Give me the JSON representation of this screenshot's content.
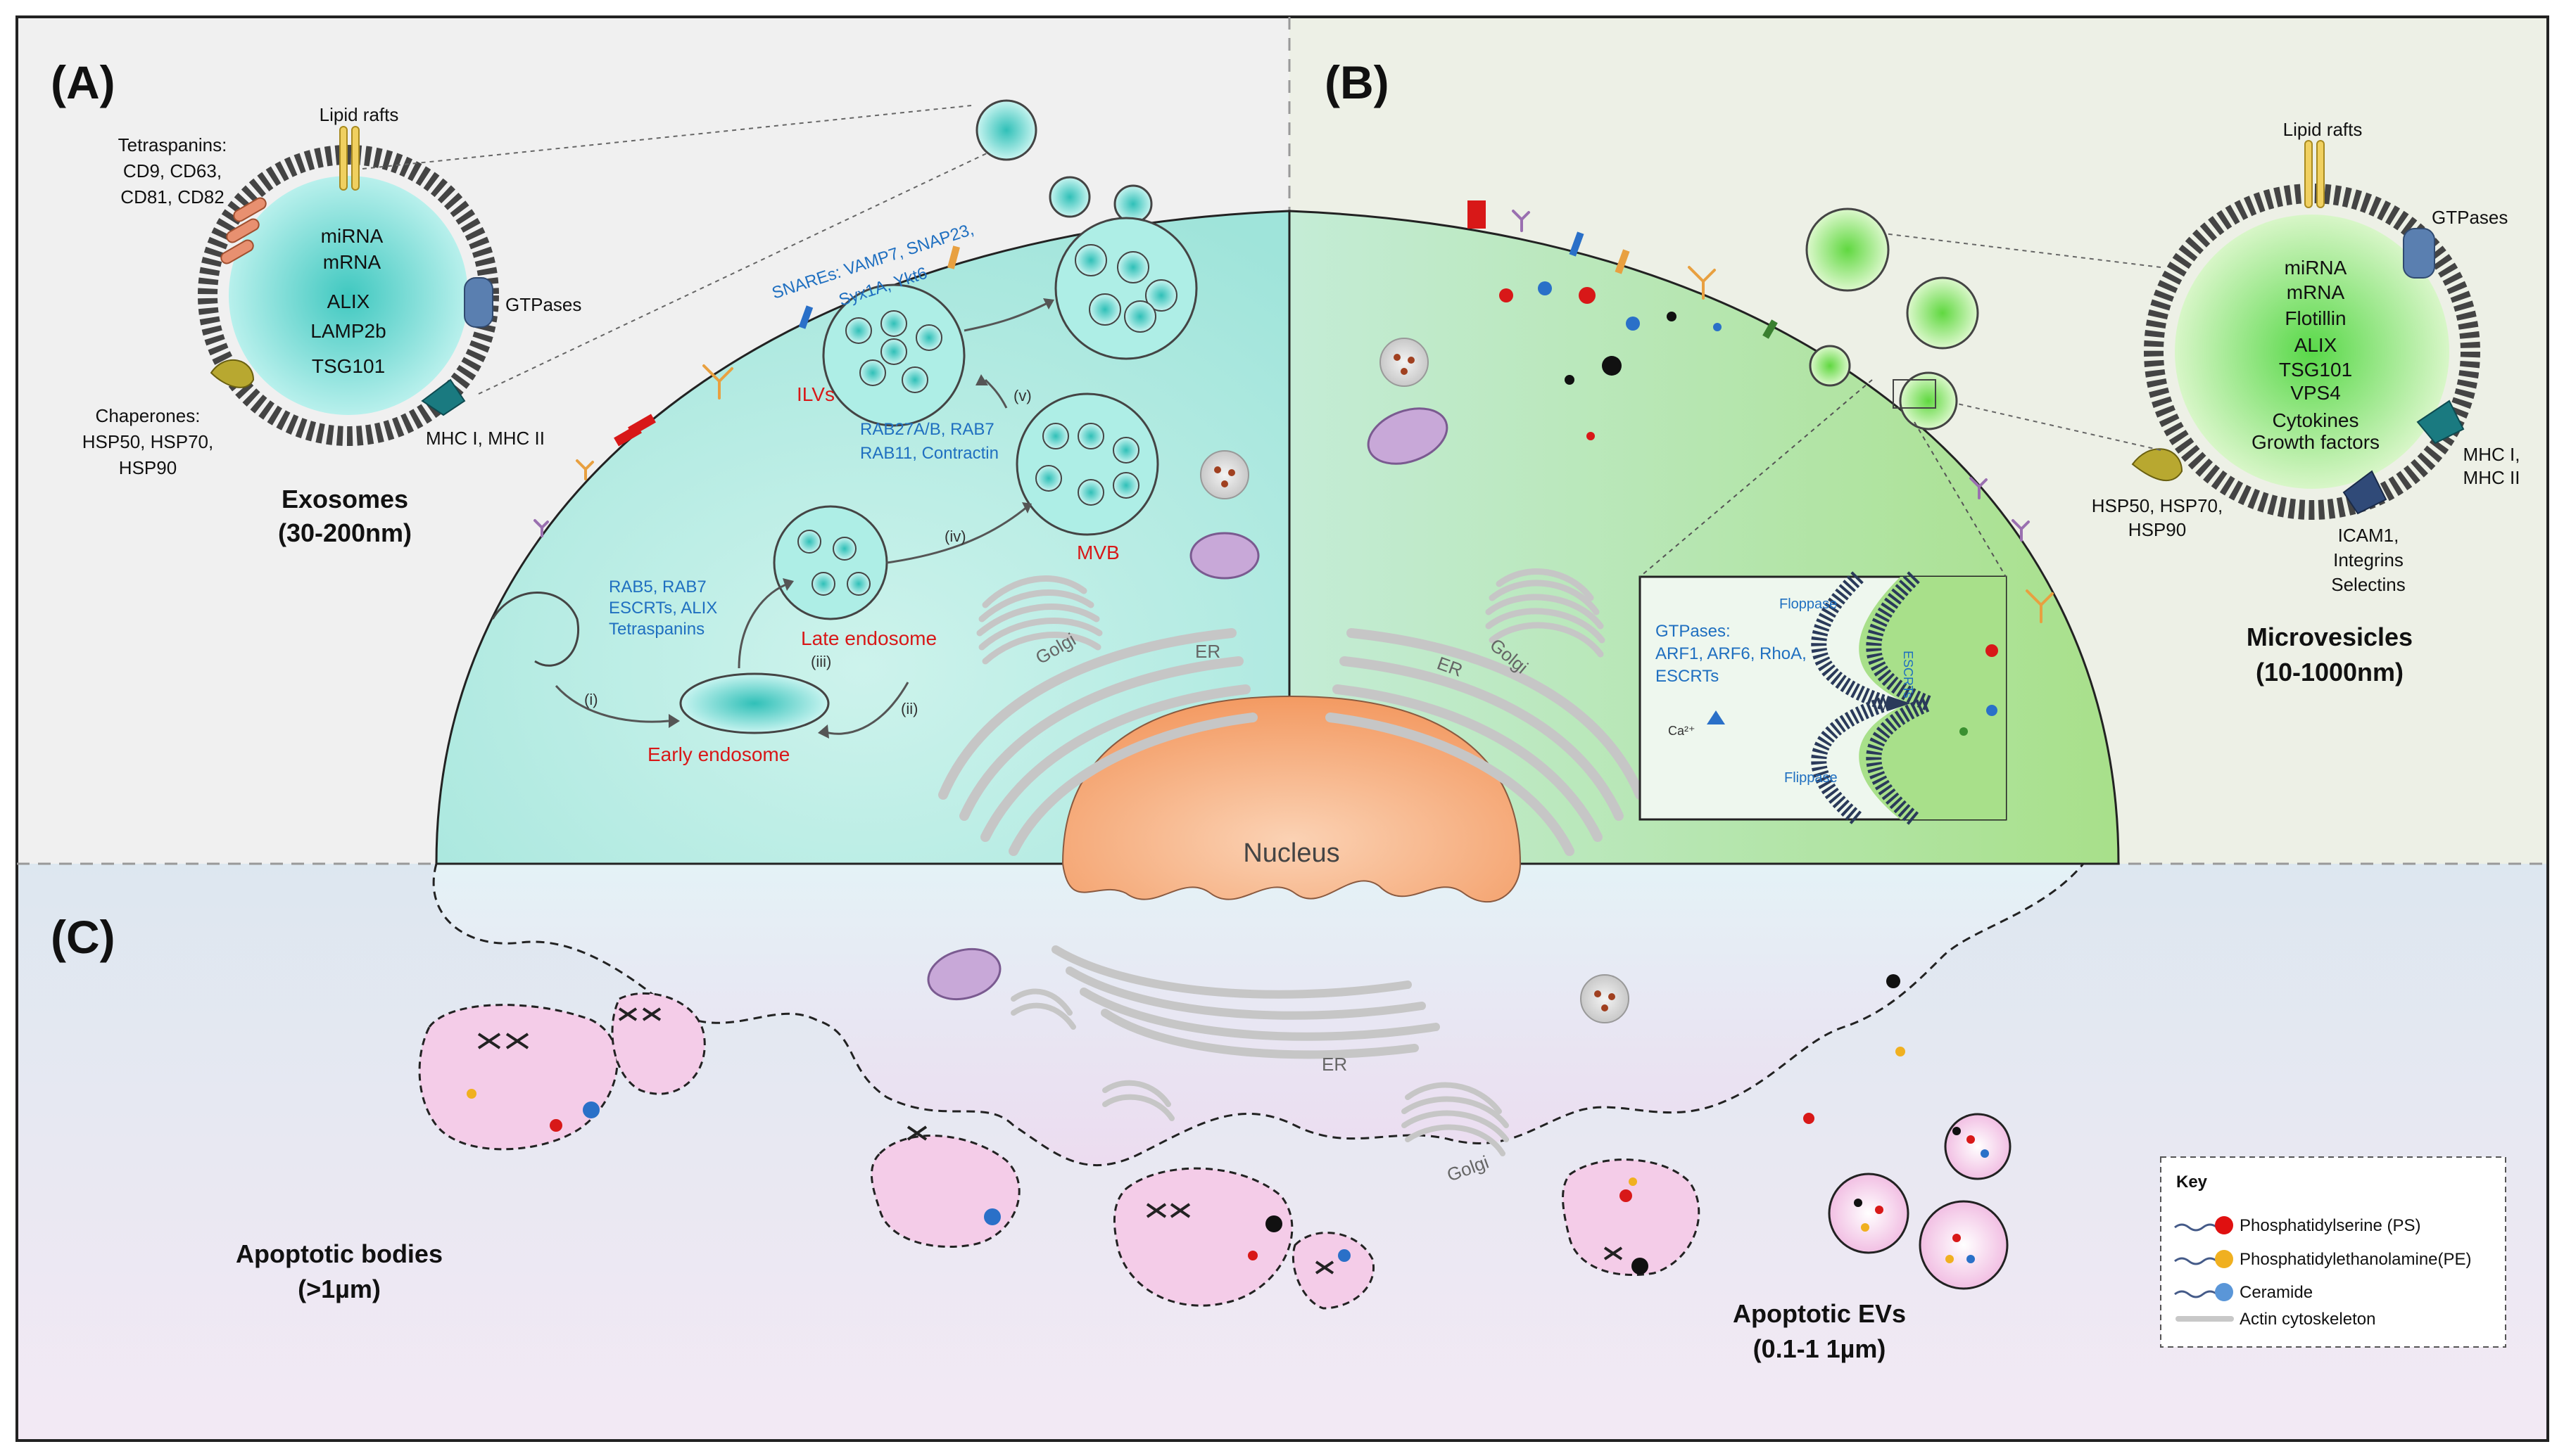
{
  "panels": {
    "a": "(A)",
    "b": "(B)",
    "c": "(C)"
  },
  "exosomes": {
    "title": "Exosomes",
    "size": "(30-200nm)",
    "lipid_rafts": "Lipid rafts",
    "tetraspanins": [
      "Tetraspanins:",
      "CD9, CD63,",
      "CD81, CD82"
    ],
    "chaperones": [
      "Chaperones:",
      "HSP50, HSP70,",
      "HSP90"
    ],
    "gtpases": "GTPases",
    "mhc": "MHC I, MHC II",
    "cargo": [
      "miRNA",
      "mRNA",
      "ALIX",
      "LAMP2b",
      "TSG101"
    ]
  },
  "microvesicles": {
    "title": "Microvesicles",
    "size": "(10-1000nm)",
    "lipid_rafts": "Lipid rafts",
    "gtpases": "GTPases",
    "hsp": [
      "HSP50, HSP70,",
      "HSP90"
    ],
    "mhc": [
      "MHC I,",
      "MHC II"
    ],
    "icam": [
      "ICAM1,",
      "Integrins",
      "Selectins"
    ],
    "cargo": [
      "miRNA",
      "mRNA",
      "Flotillin",
      "ALIX",
      "TSG101",
      "VPS4",
      "Cytokines",
      "Growth factors"
    ]
  },
  "pathway": {
    "snares": [
      "SNAREs: VAMP7, SNAP23,",
      "Syx1A, Ykt6"
    ],
    "ilvs": "ILVs",
    "rab27": [
      "RAB27A/B, RAB7",
      "RAB11, Contractin"
    ],
    "rab5": [
      "RAB5, RAB7",
      "ESCRTs, ALIX",
      "Tetraspanins"
    ],
    "late_endosome": "Late endosome",
    "early_endosome": "Early endosome",
    "mvb": "MVB",
    "golgi": "Golgi",
    "er": "ER",
    "nucleus": "Nucleus",
    "step_i": "(i)",
    "step_ii": "(ii)",
    "step_iii": "(iii)",
    "step_iv": "(iv)",
    "step_v": "(v)"
  },
  "inset": {
    "gtpases": [
      "GTPases:",
      "ARF1, ARF6, RhoA,",
      "ESCRTs"
    ],
    "ca": "Ca²⁺",
    "floppase": "Floppase",
    "flippase": "Flippase",
    "escrt": "ESCRTs"
  },
  "apoptotic": {
    "bodies_title": "Apoptotic bodies",
    "bodies_size": "(>1µm)",
    "evs_title": "Apoptotic EVs",
    "evs_size": "(0.1-1 1µm)",
    "golgi": "Golgi",
    "er": "ER"
  },
  "key": {
    "title": "Key",
    "items": [
      {
        "label": "Phosphatidylserine (PS)",
        "color": "#e01010"
      },
      {
        "label": "Phosphatidylethanolamine(PE)",
        "color": "#f0b020"
      },
      {
        "label": "Ceramide",
        "color": "#5a96d8"
      },
      {
        "label": "Actin cytoskeleton",
        "color": "#c8c8c8"
      }
    ]
  },
  "colors": {
    "cyan_cell": "#b8ece4",
    "green_cell": "#bfe6a8",
    "apoptotic_pink": "#f4cce8",
    "nucleus": "#f4a070",
    "exosome_text": "#1f6fc0",
    "red_label": "#d81818"
  }
}
